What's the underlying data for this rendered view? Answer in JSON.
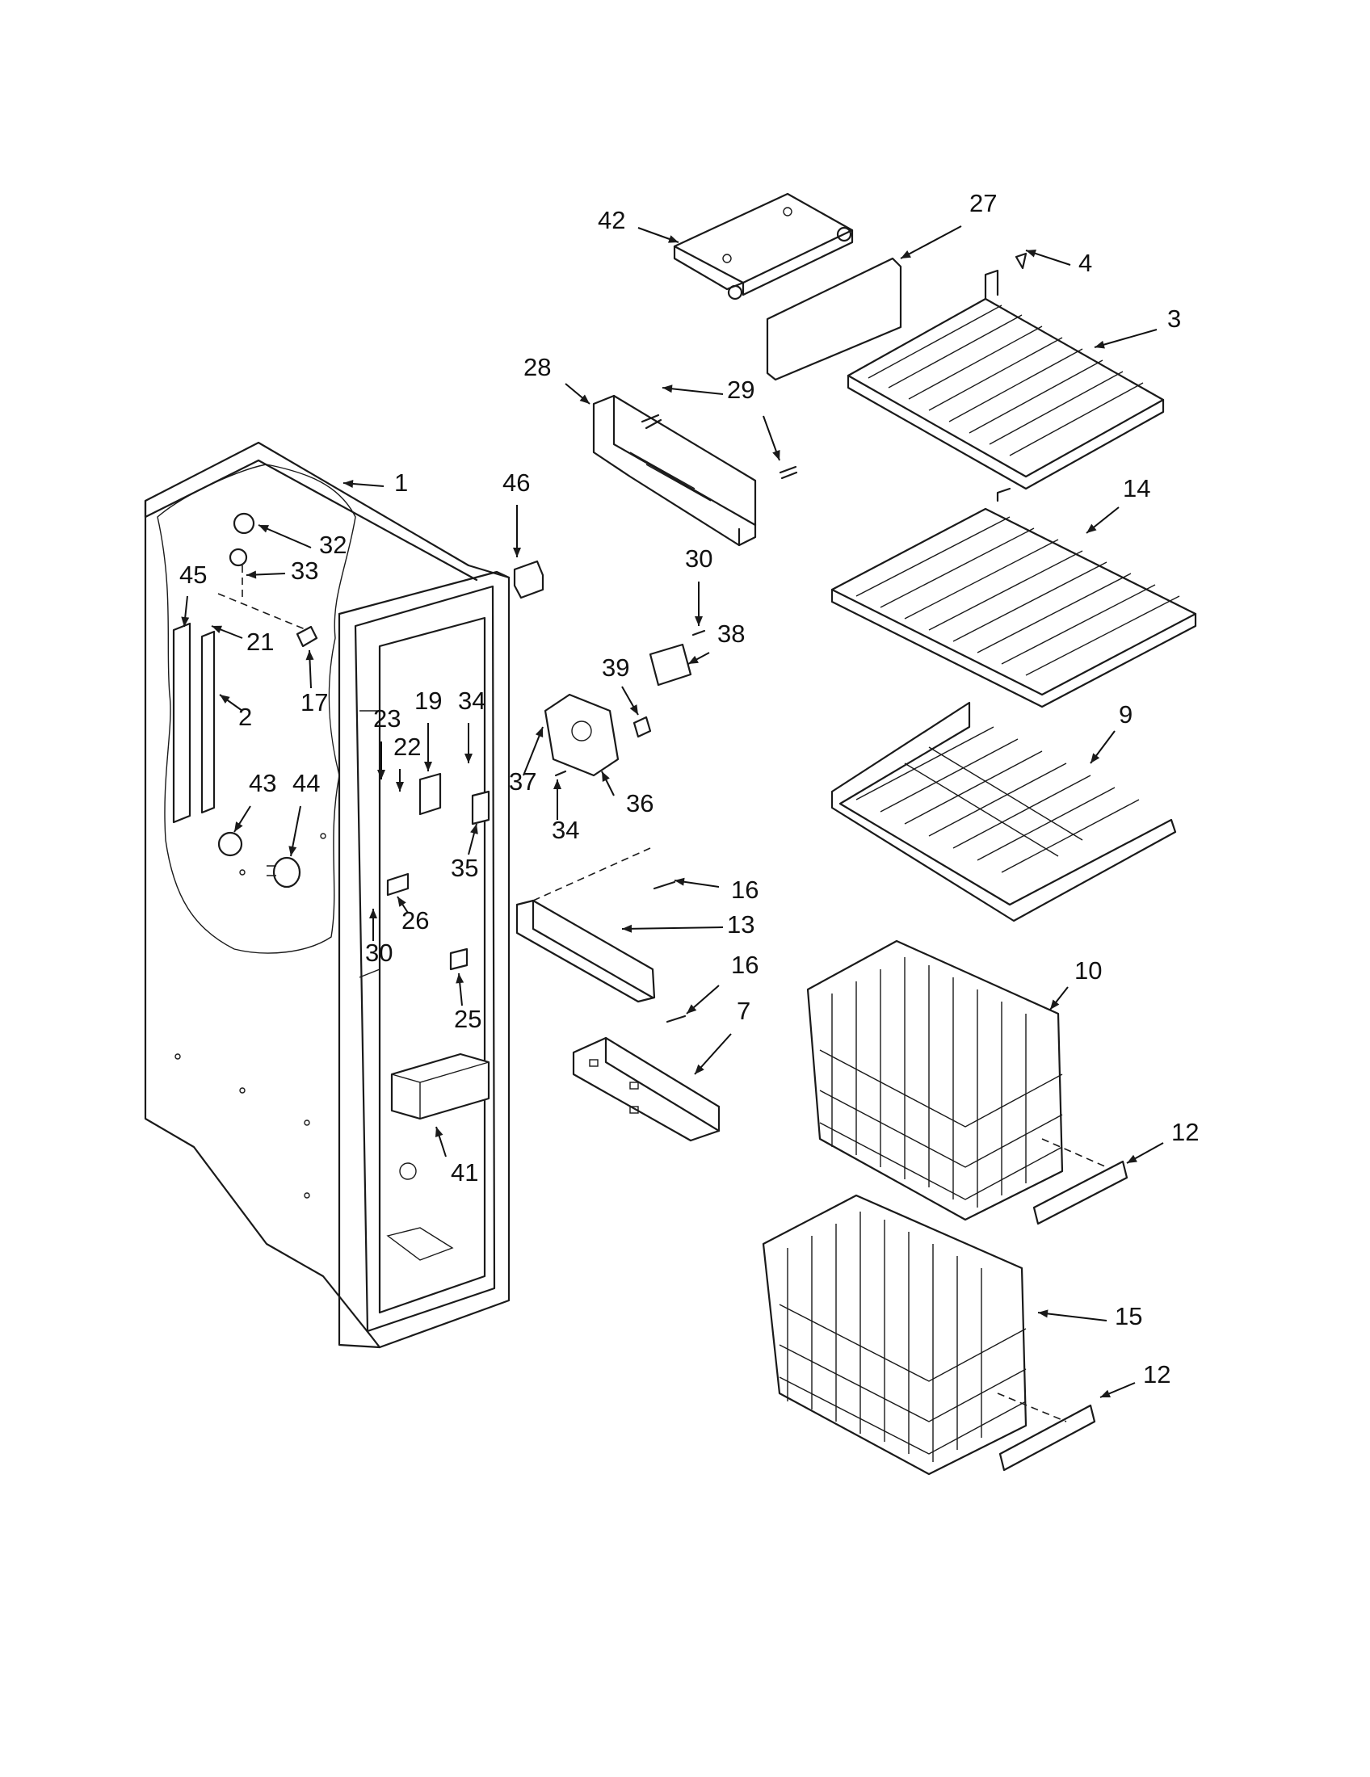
{
  "diagram": {
    "colors": {
      "line": "#1a1a1a",
      "background": "#ffffff"
    },
    "callouts": [
      {
        "id": "c42",
        "label": "42"
      },
      {
        "id": "c27",
        "label": "27"
      },
      {
        "id": "c4",
        "label": "4"
      },
      {
        "id": "c3",
        "label": "3"
      },
      {
        "id": "c28",
        "label": "28"
      },
      {
        "id": "c29",
        "label": "29"
      },
      {
        "id": "c1",
        "label": "1"
      },
      {
        "id": "c46",
        "label": "46"
      },
      {
        "id": "c14",
        "label": "14"
      },
      {
        "id": "c32",
        "label": "32"
      },
      {
        "id": "c33",
        "label": "33"
      },
      {
        "id": "c45",
        "label": "45"
      },
      {
        "id": "c21",
        "label": "21"
      },
      {
        "id": "c30a",
        "label": "30"
      },
      {
        "id": "c38",
        "label": "38"
      },
      {
        "id": "c17",
        "label": "17"
      },
      {
        "id": "c2",
        "label": "2"
      },
      {
        "id": "c39",
        "label": "39"
      },
      {
        "id": "c9",
        "label": "9"
      },
      {
        "id": "c23",
        "label": "23"
      },
      {
        "id": "c19",
        "label": "19"
      },
      {
        "id": "c34a",
        "label": "34"
      },
      {
        "id": "c22",
        "label": "22"
      },
      {
        "id": "c43",
        "label": "43"
      },
      {
        "id": "c44",
        "label": "44"
      },
      {
        "id": "c37",
        "label": "37"
      },
      {
        "id": "c36",
        "label": "36"
      },
      {
        "id": "c34b",
        "label": "34"
      },
      {
        "id": "c35",
        "label": "35"
      },
      {
        "id": "c16a",
        "label": "16"
      },
      {
        "id": "c26",
        "label": "26"
      },
      {
        "id": "c13",
        "label": "13"
      },
      {
        "id": "c30b",
        "label": "30"
      },
      {
        "id": "c16b",
        "label": "16"
      },
      {
        "id": "c10",
        "label": "10"
      },
      {
        "id": "c7",
        "label": "7"
      },
      {
        "id": "c25",
        "label": "25"
      },
      {
        "id": "c41",
        "label": "41"
      },
      {
        "id": "c12a",
        "label": "12"
      },
      {
        "id": "c15",
        "label": "15"
      },
      {
        "id": "c12b",
        "label": "12"
      }
    ]
  }
}
